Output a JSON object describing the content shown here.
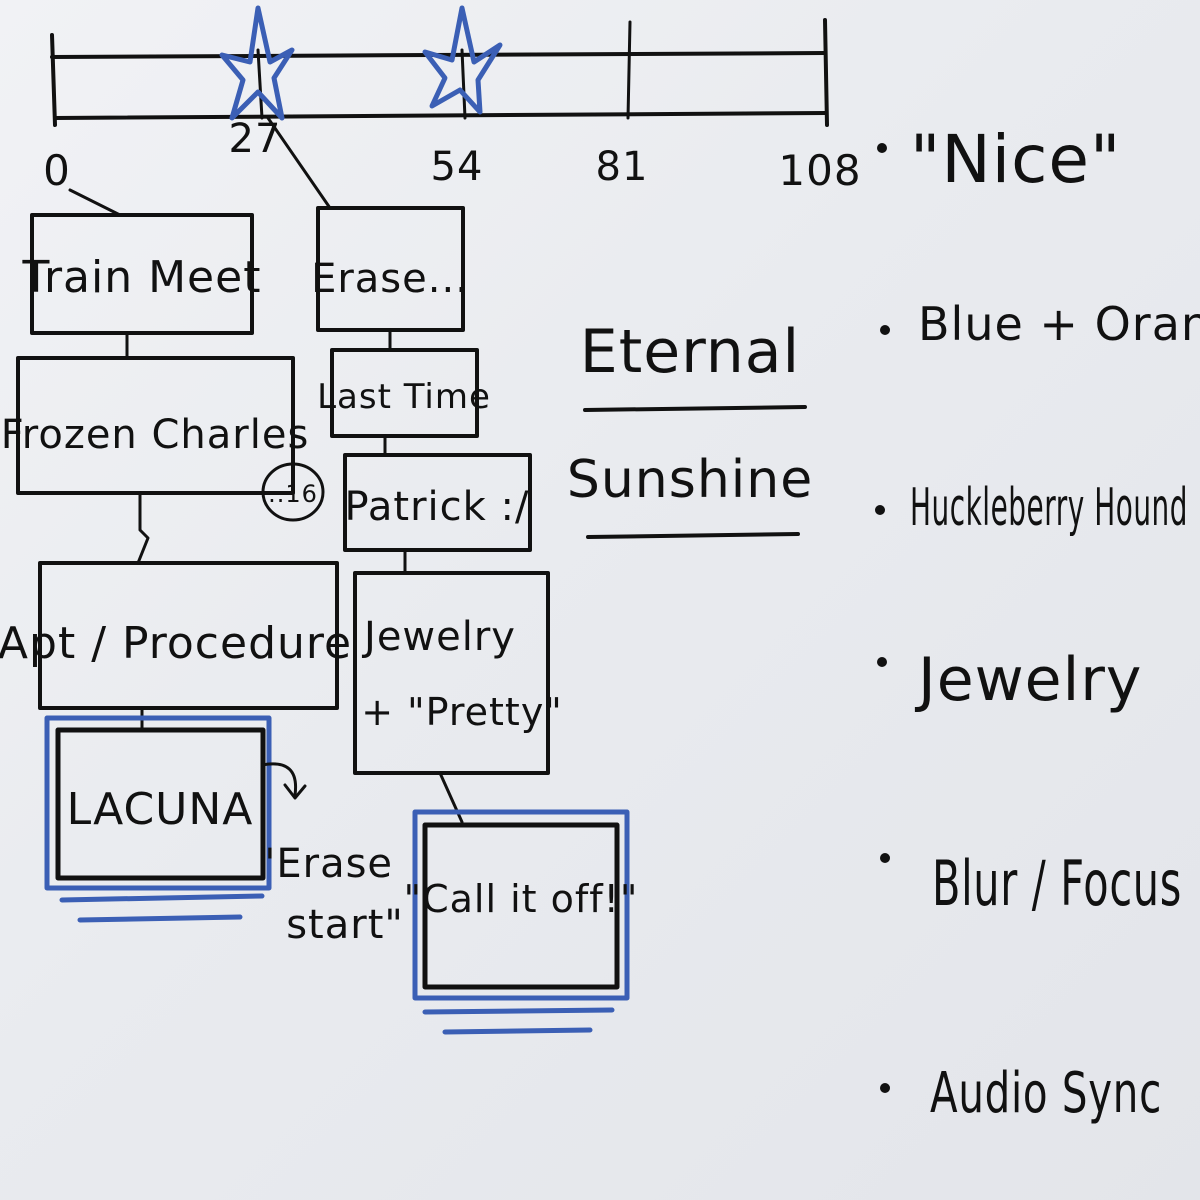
{
  "timeline": {
    "ticks": [
      "0",
      "27",
      "54",
      "81",
      "108"
    ],
    "starred_ticks": [
      "27",
      "54"
    ]
  },
  "left_column": {
    "box1": "Train Meet",
    "box2": "Frozen Charles",
    "box2_badge": "..16",
    "box3": "Apt / Procedure",
    "box4": "LACUNA"
  },
  "side_note": {
    "line1": "\"Erase",
    "line2": "start\""
  },
  "middle_column": {
    "box1": "Erase...",
    "box2": "Last Time",
    "box3": "Patrick :/",
    "box4_line1": "Jewelry",
    "box4_line2": "+ \"Pretty\"",
    "box5": "\"Call it off!\""
  },
  "title": {
    "line1": "Eternal",
    "line2": "Sunshine"
  },
  "bullets": [
    "\"Nice\"",
    "Blue + Orange",
    "Huckleberry Hound",
    "Jewelry",
    "Blur / Focus",
    "Audio Sync"
  ],
  "colors": {
    "marker_black": "#111111",
    "marker_blue": "#3b5fb5",
    "board": "#eceef2"
  }
}
